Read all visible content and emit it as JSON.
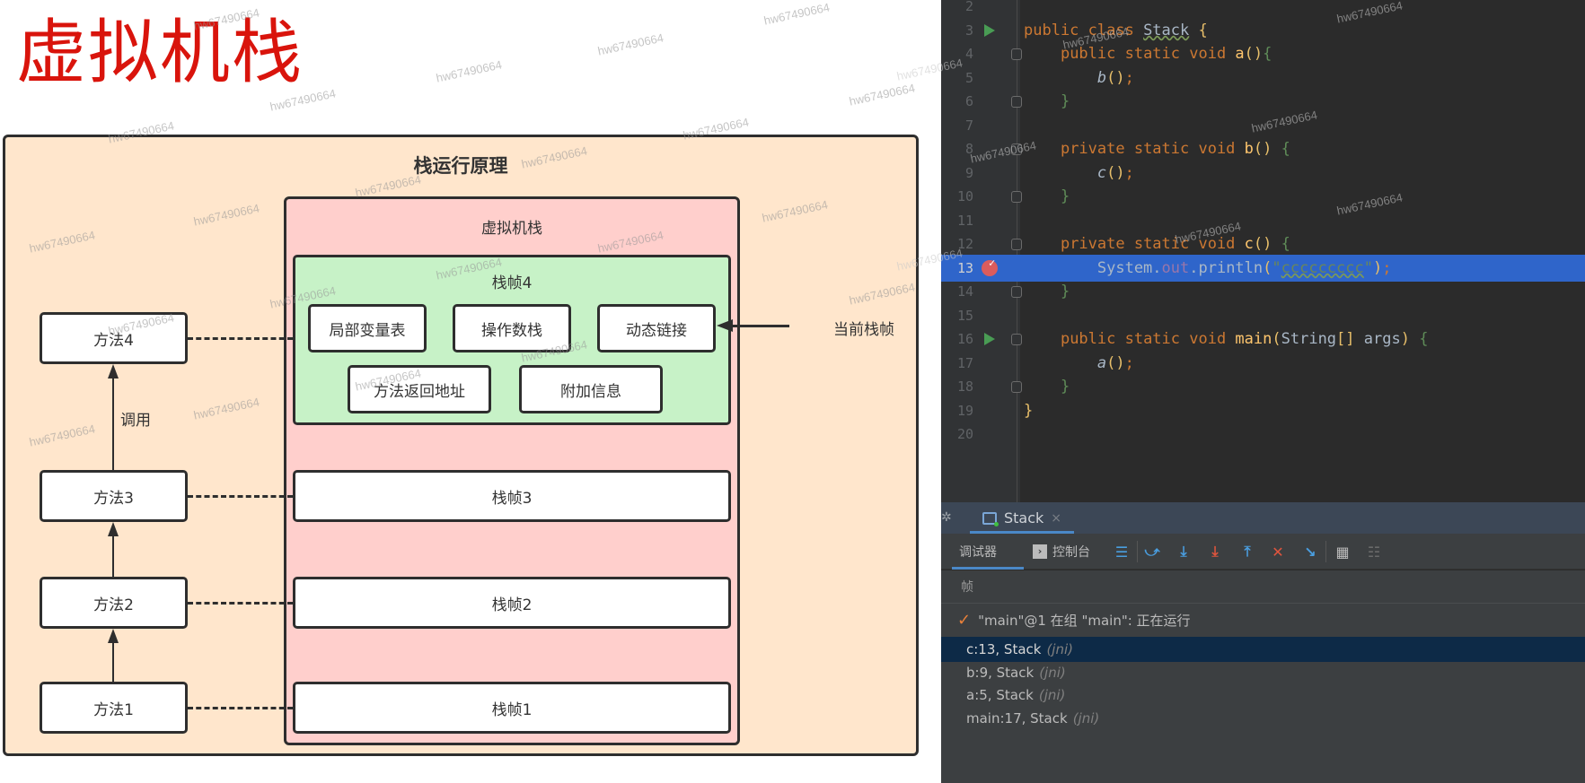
{
  "slide": {
    "title": "虚拟机栈",
    "diagram_title": "栈运行原理",
    "vm_stack_label": "虚拟机栈",
    "frame4": {
      "label": "栈帧4",
      "cells": [
        "局部变量表",
        "操作数栈",
        "动态链接",
        "方法返回地址",
        "附加信息"
      ]
    },
    "frames": [
      "栈帧3",
      "栈帧2",
      "栈帧1"
    ],
    "methods": [
      "方法4",
      "方法3",
      "方法2",
      "方法1"
    ],
    "call_label": "调用",
    "current_frame_label": "当前栈帧",
    "watermark": "hw67490664"
  },
  "ide": {
    "code_lines": [
      {
        "no": "2",
        "tokens": []
      },
      {
        "no": "3",
        "run": true,
        "tokens": [
          [
            "kw",
            "public class "
          ],
          [
            "cls squiggle",
            "Stack"
          ],
          [
            "plain",
            " "
          ],
          [
            "brace-y",
            "{"
          ]
        ]
      },
      {
        "no": "4",
        "fold": true,
        "tokens": [
          [
            "plain",
            "    "
          ],
          [
            "kw",
            "public static void "
          ],
          [
            "fn",
            "a"
          ],
          [
            "paren",
            "()"
          ],
          [
            "brace-g",
            "{"
          ]
        ]
      },
      {
        "no": "5",
        "tokens": [
          [
            "plain",
            "        "
          ],
          [
            "call",
            "b"
          ],
          [
            "paren",
            "()"
          ],
          [
            "kw",
            ";"
          ]
        ]
      },
      {
        "no": "6",
        "fold": true,
        "tokens": [
          [
            "plain",
            "    "
          ],
          [
            "brace-g",
            "}"
          ]
        ]
      },
      {
        "no": "7",
        "tokens": []
      },
      {
        "no": "8",
        "fold": true,
        "tokens": [
          [
            "plain",
            "    "
          ],
          [
            "kw",
            "private static void "
          ],
          [
            "fn",
            "b"
          ],
          [
            "paren",
            "()"
          ],
          [
            "plain",
            " "
          ],
          [
            "brace-g",
            "{"
          ]
        ]
      },
      {
        "no": "9",
        "tokens": [
          [
            "plain",
            "        "
          ],
          [
            "call",
            "c"
          ],
          [
            "paren",
            "()"
          ],
          [
            "kw",
            ";"
          ]
        ]
      },
      {
        "no": "10",
        "fold": true,
        "tokens": [
          [
            "plain",
            "    "
          ],
          [
            "brace-g",
            "}"
          ]
        ]
      },
      {
        "no": "11",
        "tokens": []
      },
      {
        "no": "12",
        "fold": true,
        "tokens": [
          [
            "plain",
            "    "
          ],
          [
            "kw",
            "private static void "
          ],
          [
            "fn",
            "c"
          ],
          [
            "paren",
            "()"
          ],
          [
            "plain",
            " "
          ],
          [
            "brace-g",
            "{"
          ]
        ]
      },
      {
        "no": "13",
        "breakpoint": true,
        "current": true,
        "tokens": [
          [
            "plain",
            "        System."
          ],
          [
            "field",
            "out"
          ],
          [
            "plain",
            ".println"
          ],
          [
            "paren",
            "("
          ],
          [
            "str",
            "\""
          ],
          [
            "str squiggle",
            "ccccccccc"
          ],
          [
            "str",
            "\""
          ],
          [
            "paren",
            ")"
          ],
          [
            "kw",
            ";"
          ]
        ]
      },
      {
        "no": "14",
        "fold": true,
        "tokens": [
          [
            "plain",
            "    "
          ],
          [
            "brace-g",
            "}"
          ]
        ]
      },
      {
        "no": "15",
        "tokens": []
      },
      {
        "no": "16",
        "run": true,
        "fold": true,
        "tokens": [
          [
            "plain",
            "    "
          ],
          [
            "kw",
            "public static void "
          ],
          [
            "fn",
            "main"
          ],
          [
            "paren",
            "("
          ],
          [
            "plain",
            "String"
          ],
          [
            "paren",
            "[]"
          ],
          [
            "plain",
            " args"
          ],
          [
            "paren",
            ")"
          ],
          [
            "plain",
            " "
          ],
          [
            "brace-g",
            "{"
          ]
        ]
      },
      {
        "no": "17",
        "tokens": [
          [
            "plain",
            "        "
          ],
          [
            "call",
            "a"
          ],
          [
            "paren",
            "()"
          ],
          [
            "kw",
            ";"
          ]
        ]
      },
      {
        "no": "18",
        "fold": true,
        "tokens": [
          [
            "plain",
            "    "
          ],
          [
            "brace-g",
            "}"
          ]
        ]
      },
      {
        "no": "19",
        "tokens": [
          [
            "brace-y",
            "}"
          ]
        ]
      },
      {
        "no": "20",
        "tokens": []
      }
    ],
    "debug": {
      "tab_label": "Stack",
      "tab_close": "×",
      "toolbar": {
        "debugger_label": "调试器",
        "console_label": "控制台",
        "icons": [
          "frames-layout-icon",
          "step-over-icon",
          "step-into-icon",
          "force-step-into-icon",
          "step-out-icon",
          "drop-frame-icon",
          "run-to-cursor-icon",
          "evaluate-expression-icon",
          "trace-settings-icon"
        ]
      },
      "frames_header": "帧",
      "thread": "\"main\"@1 在组 \"main\": 正在运行",
      "frames": [
        {
          "name": "c:13, Stack",
          "pkg": "(jni)",
          "selected": true
        },
        {
          "name": "b:9, Stack",
          "pkg": "(jni)",
          "selected": false
        },
        {
          "name": "a:5, Stack",
          "pkg": "(jni)",
          "selected": false
        },
        {
          "name": "main:17, Stack",
          "pkg": "(jni)",
          "selected": false
        }
      ]
    }
  }
}
